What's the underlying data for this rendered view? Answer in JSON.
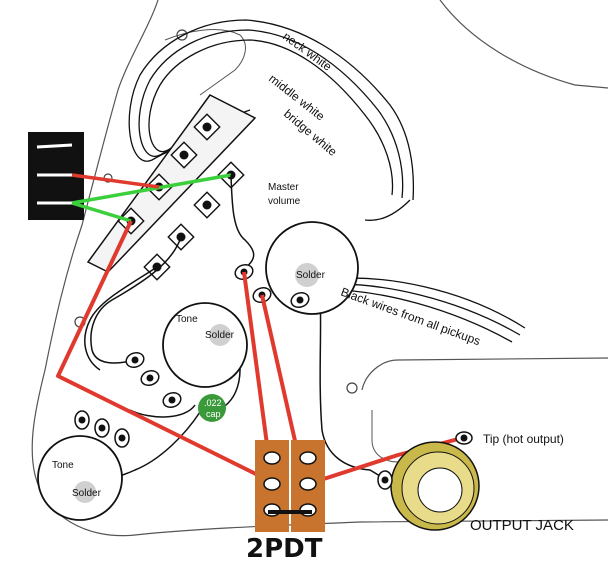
{
  "labels": {
    "neck_white": "neck white",
    "middle_white": "middle white",
    "bridge_white": "bridge white",
    "master_volume_line1": "Master",
    "master_volume_line2": "volume",
    "volume_solder": "Solder",
    "black_wires": "Black wires from all pickups",
    "tone_upper": "Tone",
    "tone_upper_solder": "Solder",
    "cap_value": ".022",
    "cap_unit": "cap",
    "tone_lower": "Tone",
    "tone_lower_solder": "Solder",
    "tip": "Tip (hot output)",
    "output_jack": "OUTPUT JACK",
    "switch": "2PDT"
  },
  "colors": {
    "wire_red": "#e03a2f",
    "wire_green": "#3ccf3c",
    "wire_black": "#111111",
    "switch_body": "#c8742f",
    "capacitor": "#3a9a3a",
    "jack_ring": "#c9b84a",
    "selector_bg": "#111111"
  },
  "components": [
    "5-way pickup selector switch",
    "master volume pot",
    "tone pot (upper)",
    "tone pot (lower)",
    "0.022 capacitor",
    "2PDT switch",
    "output jack"
  ]
}
